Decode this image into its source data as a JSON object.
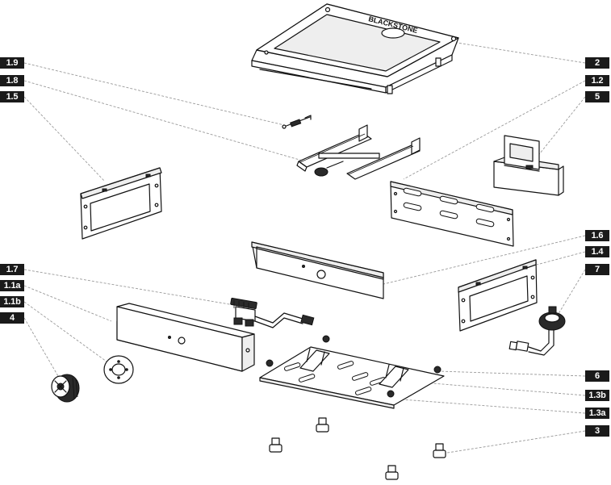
{
  "brand_text": "BLACKSTONE",
  "callouts": {
    "c_1_9": "1.9",
    "c_1_8": "1.8",
    "c_1_5": "1.5",
    "c_2": "2",
    "c_1_2": "1.2",
    "c_5": "5",
    "c_1_6": "1.6",
    "c_1_4": "1.4",
    "c_7": "7",
    "c_1_7": "1.7",
    "c_1_1a": "1.1a",
    "c_1_1b": "1.1b",
    "c_4": "4",
    "c_6": "6",
    "c_1_3b": "1.3b",
    "c_1_3a": "1.3a",
    "c_3": "3"
  },
  "colors": {
    "label_bg": "#1a1a1a",
    "label_text": "#ffffff",
    "leader": "#9a9a9a",
    "line": "#111111"
  }
}
